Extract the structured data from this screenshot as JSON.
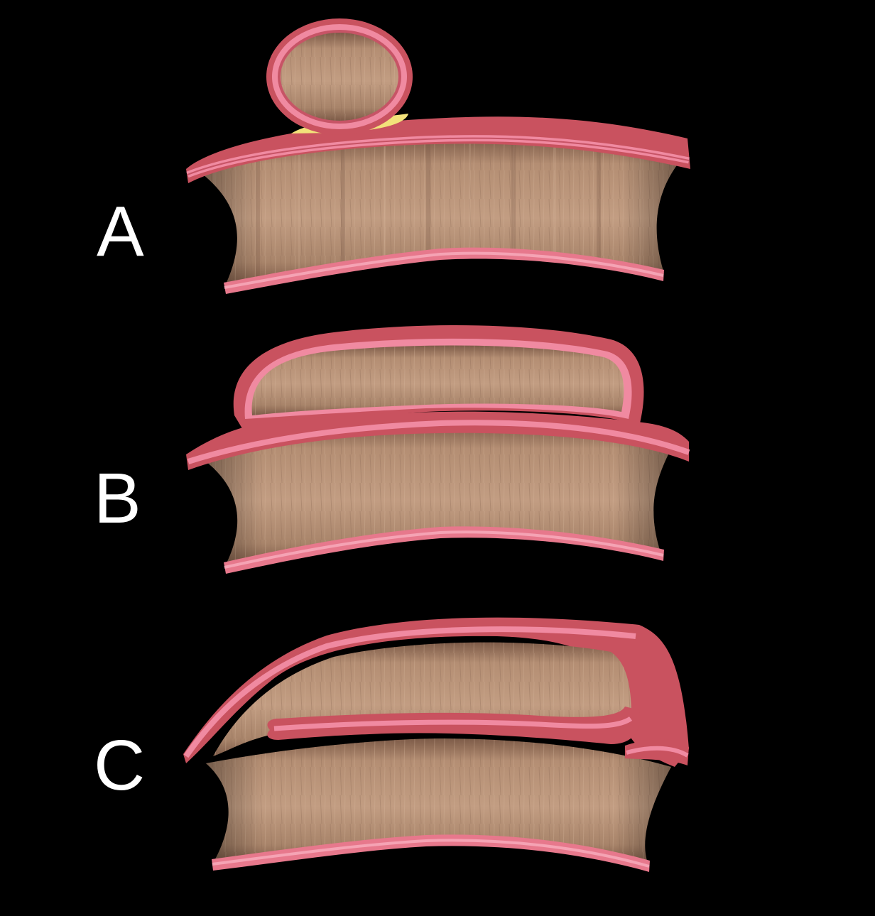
{
  "panels": [
    {
      "label": "A"
    },
    {
      "label": "B"
    },
    {
      "label": "C"
    }
  ],
  "colors": {
    "background": "#000000",
    "wall_outer": "#c9525f",
    "wall_mid": "#f08aa1",
    "wall_inner": "#e06c80",
    "lumen": "#b48e73",
    "lumen_dark": "#8e6b55",
    "fat": "#f2e27a",
    "label_text": "#ffffff"
  }
}
